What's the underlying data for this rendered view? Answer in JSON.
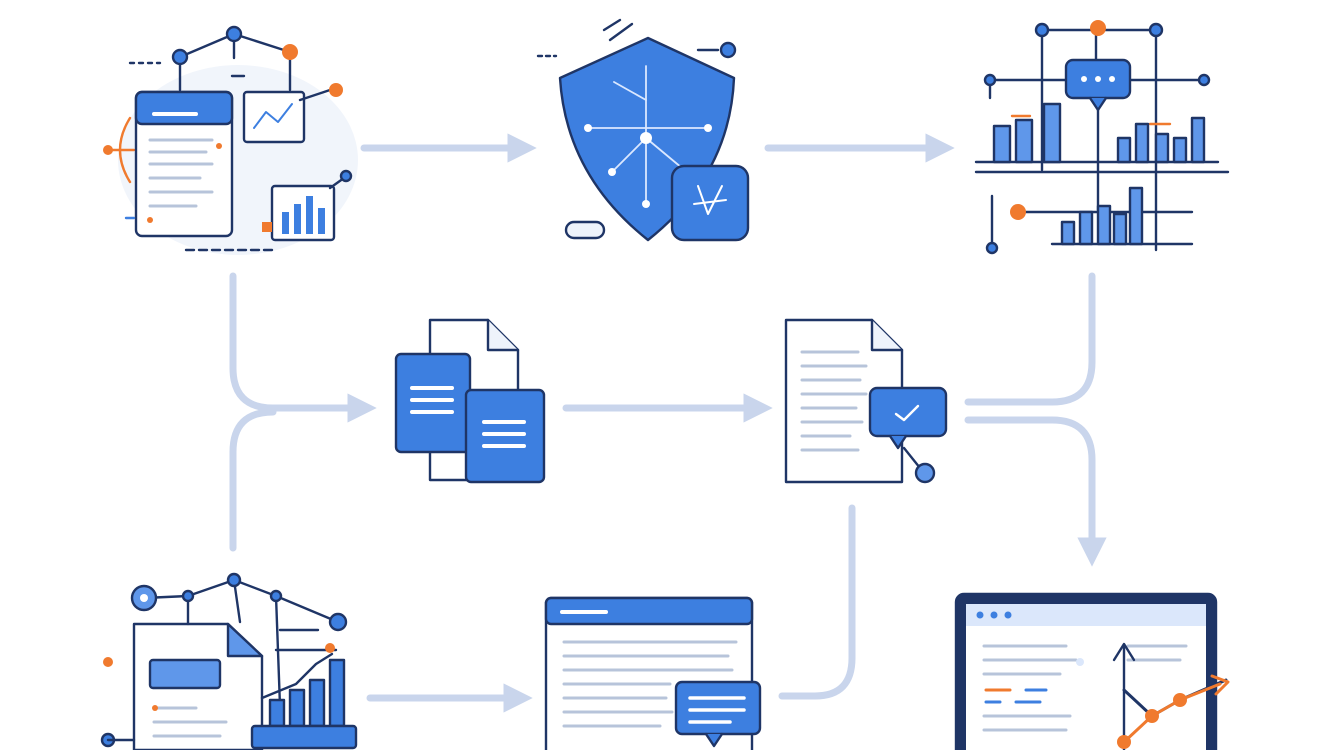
{
  "diagram": {
    "type": "process-flow",
    "nodes": [
      {
        "id": "data-sources",
        "icon": "dashboard-network-icon"
      },
      {
        "id": "security",
        "icon": "shield-network-icon"
      },
      {
        "id": "analytics",
        "icon": "bar-chart-network-icon"
      },
      {
        "id": "documents",
        "icon": "document-stack-icon"
      },
      {
        "id": "verified-report",
        "icon": "document-check-icon"
      },
      {
        "id": "report-graphs",
        "icon": "document-graph-icon"
      },
      {
        "id": "web-content",
        "icon": "browser-chat-icon"
      },
      {
        "id": "dashboard-growth",
        "icon": "monitor-trend-icon"
      }
    ],
    "edges": [
      {
        "from": "data-sources",
        "to": "security"
      },
      {
        "from": "security",
        "to": "analytics"
      },
      {
        "from": "data-sources",
        "to": "documents"
      },
      {
        "from": "report-graphs",
        "to": "documents"
      },
      {
        "from": "documents",
        "to": "verified-report"
      },
      {
        "from": "analytics",
        "to": "verified-report"
      },
      {
        "from": "analytics",
        "to": "dashboard-growth"
      },
      {
        "from": "report-graphs",
        "to": "web-content"
      },
      {
        "from": "web-content",
        "to": "verified-report"
      }
    ]
  },
  "colors": {
    "primary_blue": "#3d7fe0",
    "light_blue": "#5f97ea",
    "navy_stroke": "#1f3566",
    "orange": "#f07a2e",
    "connector": "#c9d5ec",
    "paper": "#ffffff",
    "paper_light": "#eef3fb",
    "text_lines": "#b7c4da"
  }
}
